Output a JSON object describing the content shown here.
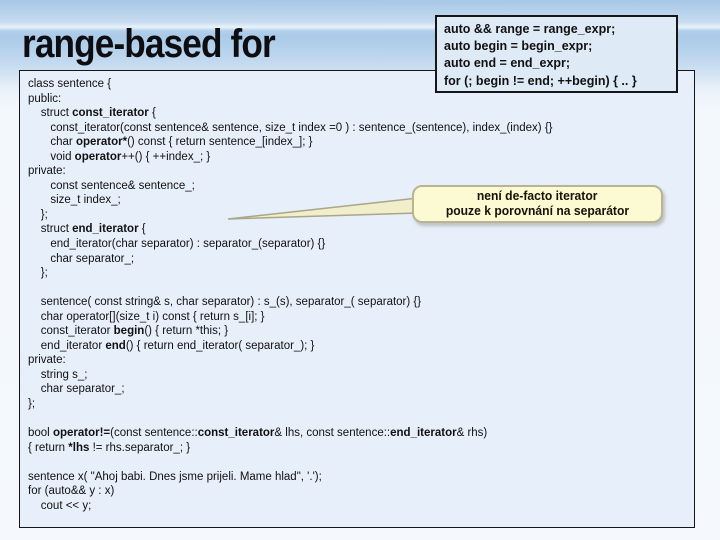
{
  "slide": {
    "title": "range-based for"
  },
  "colors": {
    "panel_fill": "#e7effa",
    "snippet_fill": "#dfeaf7",
    "callout_fill": "#fcfad2",
    "callout_border": "#b9b593",
    "header_blue": "#a9cae8",
    "background": "#f5f9fd"
  },
  "snippet_box": {
    "lines": [
      [
        [
          1,
          "auto && range = range_expr;"
        ]
      ],
      [
        [
          1,
          "auto begin = begin_expr;"
        ]
      ],
      [
        [
          1,
          "auto end = end_expr;"
        ]
      ],
      [
        [
          1,
          "for (; begin != end; ++begin) { .. }"
        ]
      ]
    ]
  },
  "callout": {
    "line1": "není de-facto iterator",
    "line2": "pouze k porovnání na separátor"
  },
  "code": {
    "lines": [
      [
        [
          0,
          "class sentence {"
        ]
      ],
      [
        [
          0,
          "public:"
        ]
      ],
      [
        [
          0,
          "    struct "
        ],
        [
          1,
          "const_iterator"
        ],
        [
          0,
          " {"
        ]
      ],
      [
        [
          0,
          "       const_iterator(const sentence& sentence, size_t index =0 ) : sentence_(sentence), index_(index) {}"
        ]
      ],
      [
        [
          0,
          "       char "
        ],
        [
          1,
          "operator*"
        ],
        [
          0,
          "() const { return sentence_[index_]; }"
        ]
      ],
      [
        [
          0,
          "       void "
        ],
        [
          1,
          "operator"
        ],
        [
          0,
          "++() { ++index_; }"
        ]
      ],
      [
        [
          0,
          "private:"
        ]
      ],
      [
        [
          0,
          "       const sentence& sentence_;"
        ]
      ],
      [
        [
          0,
          "       size_t index_;"
        ]
      ],
      [
        [
          0,
          "    };"
        ]
      ],
      [
        [
          0,
          "    struct "
        ],
        [
          1,
          "end_iterator"
        ],
        [
          0,
          " {"
        ]
      ],
      [
        [
          0,
          "       end_iterator(char separator) : separator_(separator) {}"
        ]
      ],
      [
        [
          0,
          "       char separator_;"
        ]
      ],
      [
        [
          0,
          "    };"
        ]
      ],
      [],
      [
        [
          0,
          "    sentence( const string& s, char separator) : s_(s), separator_( separator) {}"
        ]
      ],
      [
        [
          0,
          "    char operator[](size_t i) const { return s_[i]; }"
        ]
      ],
      [
        [
          0,
          "    const_iterator "
        ],
        [
          1,
          "begin"
        ],
        [
          0,
          "() { return *this; }"
        ]
      ],
      [
        [
          0,
          "    end_iterator "
        ],
        [
          1,
          "end"
        ],
        [
          0,
          "() { return end_iterator( separator_); }"
        ]
      ],
      [
        [
          0,
          "private:"
        ]
      ],
      [
        [
          0,
          "    string s_;"
        ]
      ],
      [
        [
          0,
          "    char separator_;"
        ]
      ],
      [
        [
          0,
          "};"
        ]
      ],
      [],
      [
        [
          0,
          "bool "
        ],
        [
          1,
          "operator!="
        ],
        [
          0,
          "(const sentence::"
        ],
        [
          1,
          "const_iterator"
        ],
        [
          0,
          "& lhs, const sentence::"
        ],
        [
          1,
          "end_iterator"
        ],
        [
          0,
          "& rhs)"
        ]
      ],
      [
        [
          0,
          "{ return "
        ],
        [
          1,
          "*lhs"
        ],
        [
          0,
          " != rhs.separator_; }"
        ]
      ],
      [],
      [
        [
          0,
          "sentence x( \"Ahoj babi. Dnes jsme prijeli. Mame hlad\", '.');"
        ]
      ],
      [
        [
          0,
          "for (auto&& y : x)"
        ]
      ],
      [
        [
          0,
          "    cout << y;"
        ]
      ]
    ]
  }
}
